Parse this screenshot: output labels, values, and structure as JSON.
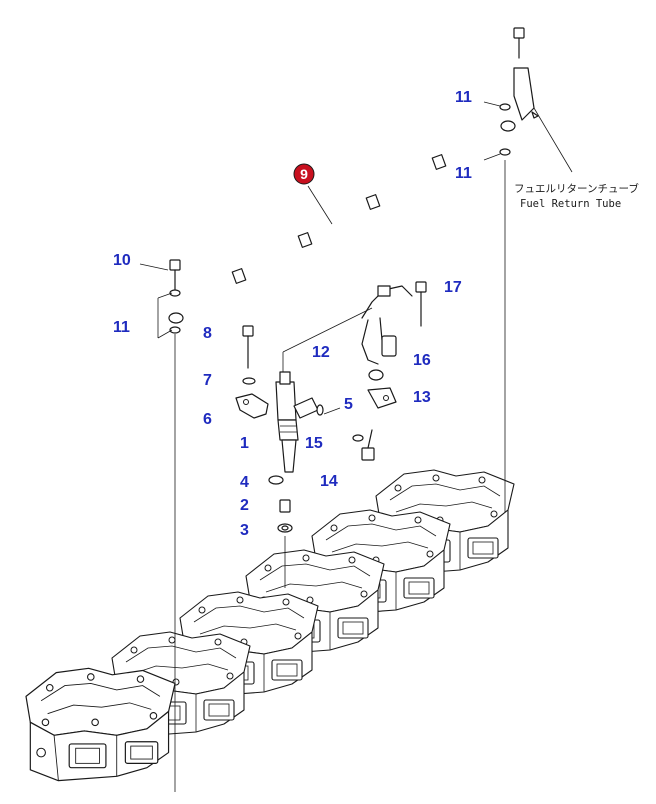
{
  "colors": {
    "callout": "#1f2bbf",
    "highlight": "#c8101f",
    "line": "#1a1a1a"
  },
  "highlighted_part": "9",
  "callouts": {
    "p1": "1",
    "p2": "2",
    "p3": "3",
    "p4": "4",
    "p5": "5",
    "p6": "6",
    "p7": "7",
    "p8": "8",
    "p10": "10",
    "p11a": "11",
    "p11b": "11",
    "p11c": "11",
    "p12": "12",
    "p13": "13",
    "p14": "14",
    "p15": "15",
    "p16": "16",
    "p17": "17"
  },
  "note": {
    "jp": "フュエルリターンチューブ",
    "en": "Fuel Return Tube"
  }
}
